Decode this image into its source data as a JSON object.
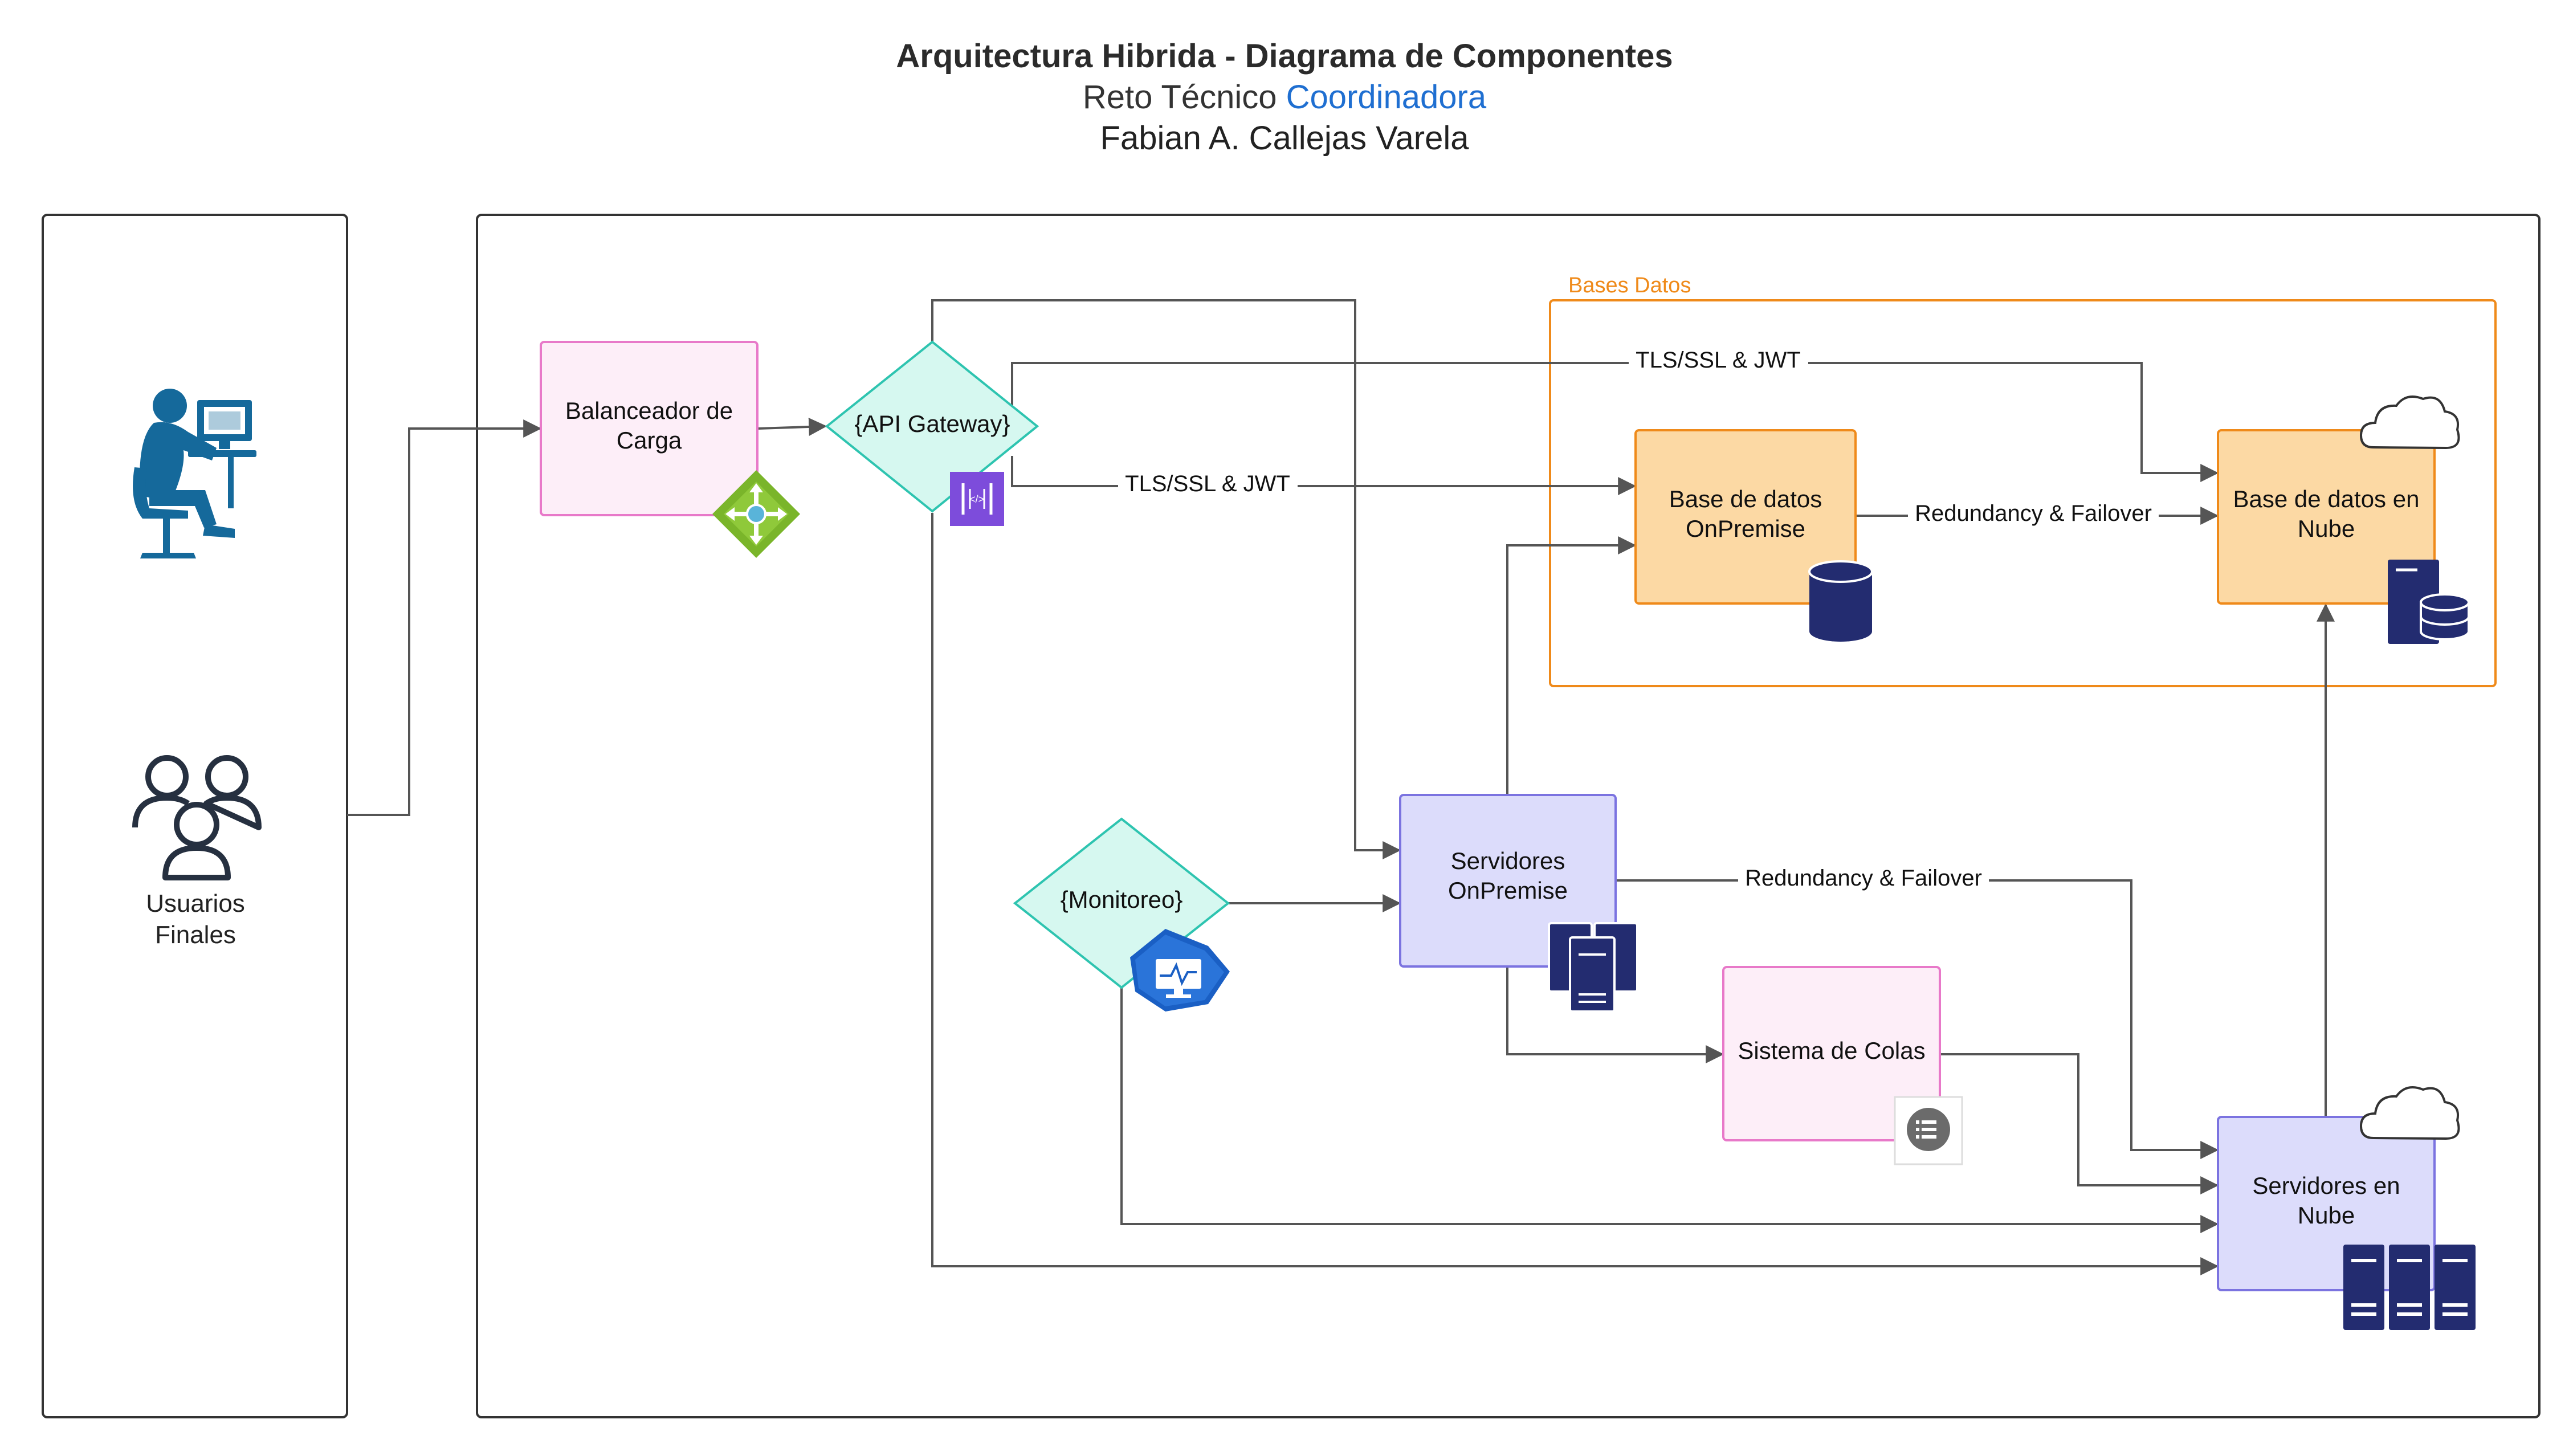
{
  "header": {
    "title": "Arquitectura Hibrida - Diagrama de Componentes",
    "subtitle_prefix": "Reto Técnico ",
    "subtitle_highlight": "Coordinadora",
    "author": "Fabian A. Callejas Varela"
  },
  "users": {
    "label_line1": "Usuarios",
    "label_line2": "Finales"
  },
  "nodes": {
    "load_balancer": {
      "line1": "Balanceador de",
      "line2": "Carga"
    },
    "api_gateway": {
      "label": "{API Gateway}"
    },
    "monitoring": {
      "label": "{Monitoreo}"
    },
    "servers_onpremise": {
      "line1": "Servidores",
      "line2": "OnPremise"
    },
    "queue_system": {
      "label": "Sistema de Colas"
    },
    "db_onpremise": {
      "line1": "Base de datos",
      "line2": "OnPremise"
    },
    "db_cloud": {
      "line1": "Base de datos en",
      "line2": "Nube"
    },
    "servers_cloud": {
      "line1": "Servidores en",
      "line2": "Nube"
    }
  },
  "groups": {
    "databases": "Bases Datos"
  },
  "edge_labels": {
    "tls_top": "TLS/SSL & JWT",
    "tls_mid": "TLS/SSL & JWT",
    "redundancy_db": "Redundancy & Failover",
    "redundancy_servers": "Redundancy & Failover"
  },
  "colors": {
    "accent_blue": "#1f6fd1",
    "pink_fill": "#fdeef8",
    "pink_stroke": "#e879c9",
    "teal_fill": "#d6f8f0",
    "teal_stroke": "#2ec4b0",
    "orange_fill": "#fcd9a4",
    "orange_stroke": "#ef8a1a",
    "lavender_fill": "#dcdcfb",
    "lavender_stroke": "#7b73e0",
    "navy": "#232c70",
    "user_blue": "#15699b"
  }
}
